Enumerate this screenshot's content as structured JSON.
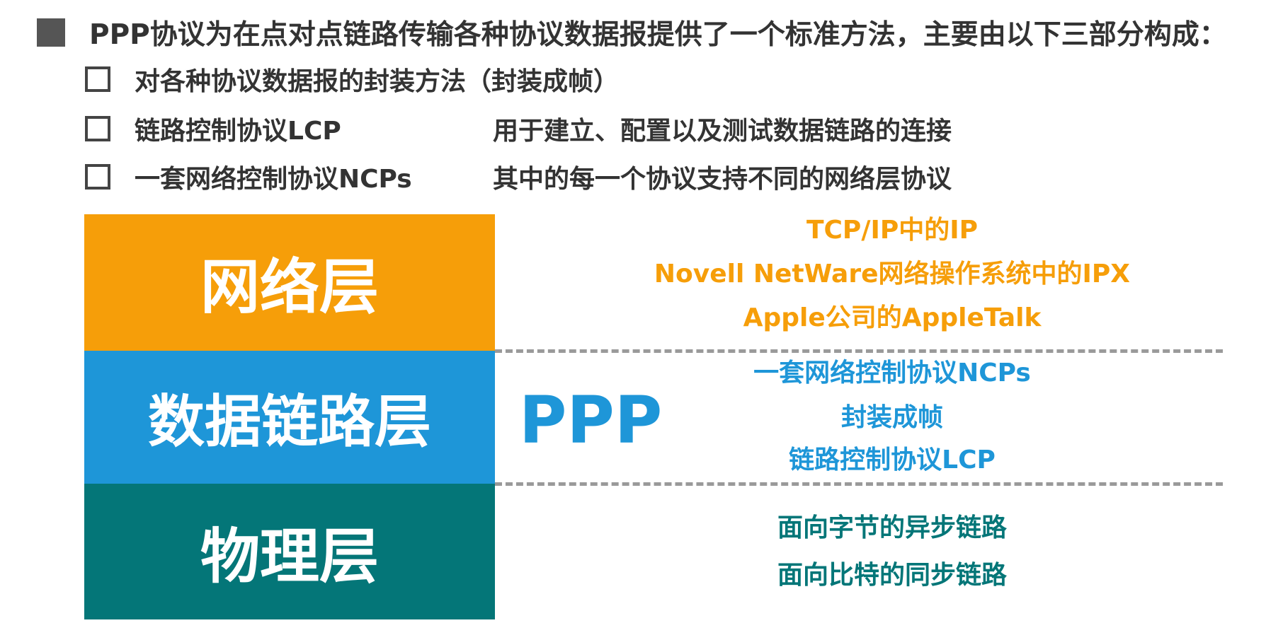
{
  "title": "PPP协议为在点对点链路传输各种协议数据报提供了一个标准方法，主要由以下三部分构成：",
  "bullets": [
    {
      "label": "对各种协议数据报的封装方法（封装成帧）",
      "desc": ""
    },
    {
      "label": "链路控制协议LCP",
      "desc": "用于建立、配置以及测试数据链路的连接"
    },
    {
      "label": "一套网络控制协议NCPs",
      "desc": "其中的每一个协议支持不同的网络层协议"
    }
  ],
  "layers": {
    "network": {
      "name": "网络层",
      "color": "#f69e09",
      "items": [
        "TCP/IP中的IP",
        "Novell NetWare网络操作系统中的IPX",
        "Apple公司的AppleTalk"
      ]
    },
    "datalink": {
      "name": "数据链路层",
      "color": "#1e96d8",
      "protocol": "PPP",
      "items": [
        "一套网络控制协议NCPs",
        "封装成帧",
        "链路控制协议LCP"
      ]
    },
    "physical": {
      "name": "物理层",
      "color": "#047678",
      "items": [
        "面向字节的异步链路",
        "面向比特的同步链路"
      ]
    }
  }
}
